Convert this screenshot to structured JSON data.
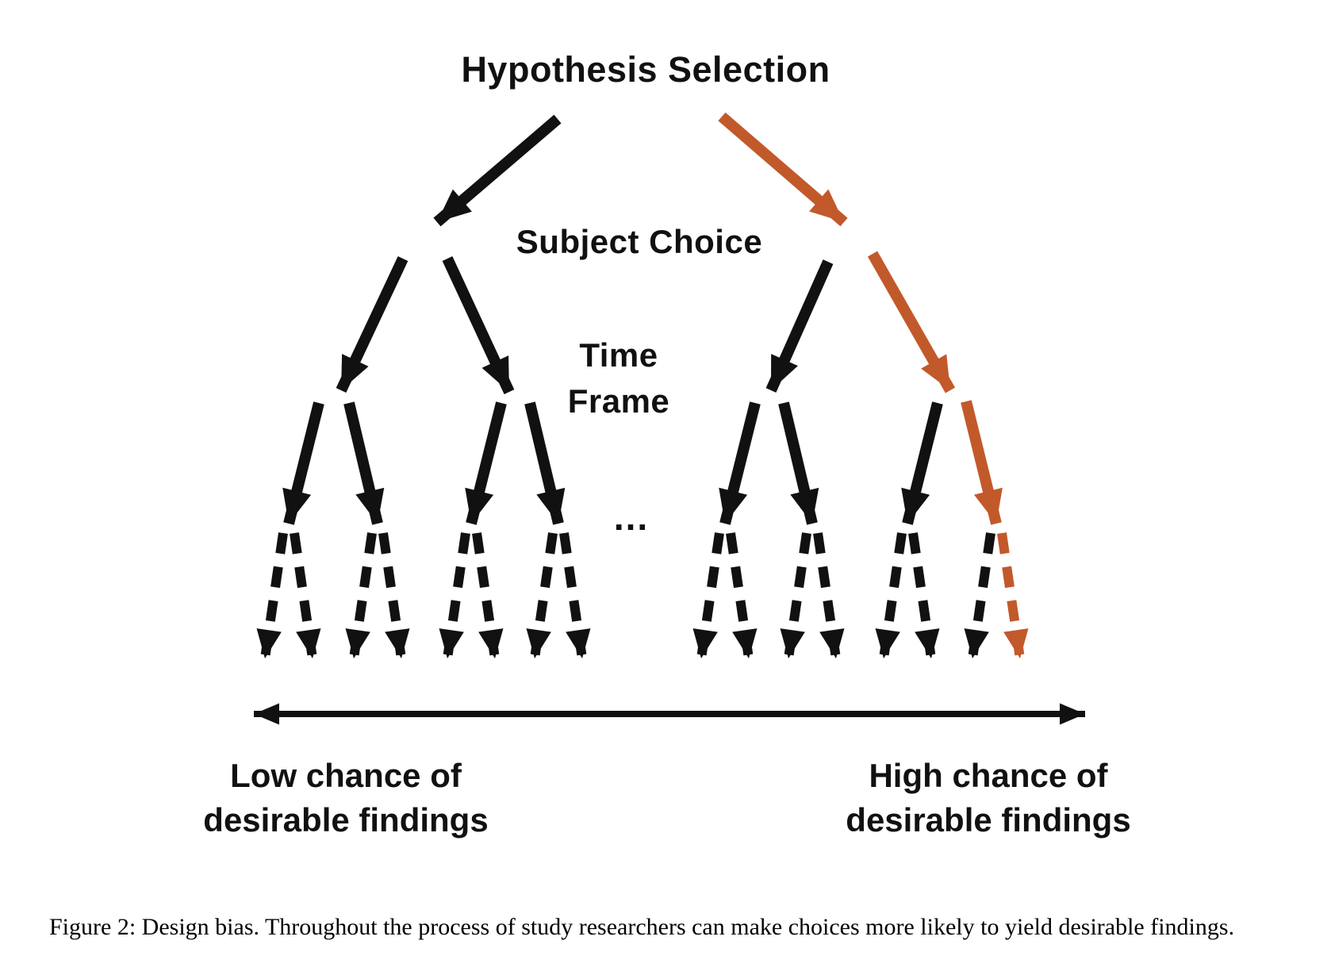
{
  "diagram": {
    "title": "Hypothesis Selection",
    "levels": {
      "level_1_label": "Subject Choice",
      "level_2_label_line_1": "Time",
      "level_2_label_line_2": "Frame",
      "ellipsis": "..."
    },
    "outcomes": {
      "left_line_1": "Low chance of",
      "left_line_2": "desirable findings",
      "right_line_1": "High chance of",
      "right_line_2": "desirable findings"
    },
    "colors": {
      "arrow_ink": "#111111",
      "highlight_orange": "#c2592b",
      "background": "#ffffff"
    }
  },
  "caption": {
    "label": "Figure 2:",
    "text": "Design bias. Throughout the process of study researchers can make choices more likely to yield desirable findings."
  }
}
